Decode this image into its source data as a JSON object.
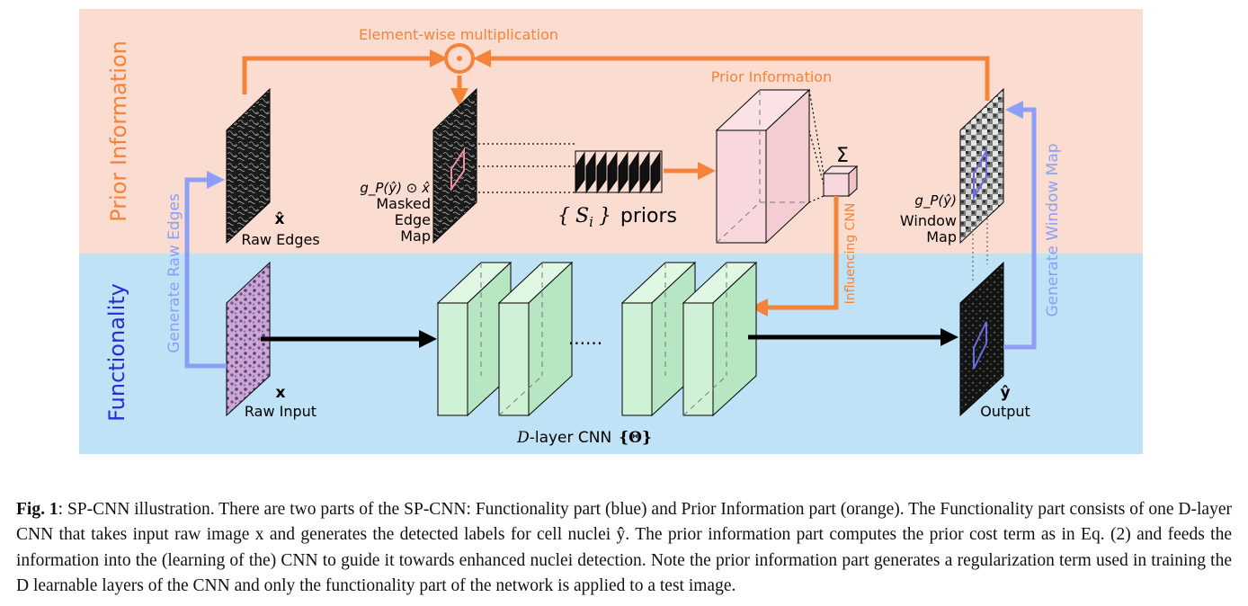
{
  "sections": {
    "prior": {
      "label": "Prior Information",
      "color": "#f6833a",
      "bg": "#fbdcd0"
    },
    "functionality": {
      "label": "Functionality",
      "color": "#2a2bd0",
      "bg": "#bfe2f6"
    }
  },
  "annotations": {
    "element_wise": "Element-wise multiplication",
    "prior_information": "Prior Information",
    "influencing_cnn": "Influencing CNN",
    "generate_raw_edges": "Generate Raw Edges",
    "generate_window_map": "Generate Window Map",
    "sum_symbol": "Σ"
  },
  "nodes": {
    "raw_edges": {
      "symbol": "x̂",
      "label": "Raw Edges"
    },
    "masked_edge": {
      "formula": "g_P(ŷ) ⊙ x̂",
      "lines": [
        "Masked",
        "Edge",
        "Map"
      ]
    },
    "priors": {
      "set_open": "{",
      "set_symbol": "S",
      "set_subscript": "i",
      "set_close": "}",
      "word": "priors"
    },
    "window_map": {
      "formula": "g_P(ŷ)",
      "lines": [
        "Window",
        "Map"
      ]
    },
    "raw_input": {
      "symbol": "x",
      "label": "Raw Input"
    },
    "output": {
      "symbol": "ŷ",
      "label": "Output"
    },
    "cnn": {
      "prefix": "D",
      "label": "-layer CNN",
      "param": "{Θ}",
      "dots": "......"
    }
  },
  "caption": {
    "fig_label": "Fig. 1",
    "text": ": SP-CNN illustration. There are two parts of the SP-CNN: Functionality part (blue) and Prior Information part (orange). The Functionality part consists of one D-layer CNN that takes input raw image x and generates the detected labels for cell nuclei ŷ. The prior information part computes the prior cost term as in Eq. (2) and feeds the information into the (learning of the) CNN to guide it towards enhanced nuclei detection. Note the prior information part generates a regularization term used in training the D learnable layers of the CNN and only the functionality part of the network is applied to a test image."
  },
  "colors": {
    "orange": "#f6833a",
    "blue_arrow": "#8c9ef5",
    "black": "#000000",
    "cnn_face": "#cff2d6",
    "cnn_side": "#b7e6c2",
    "prior_box": "#f8d8dc"
  }
}
